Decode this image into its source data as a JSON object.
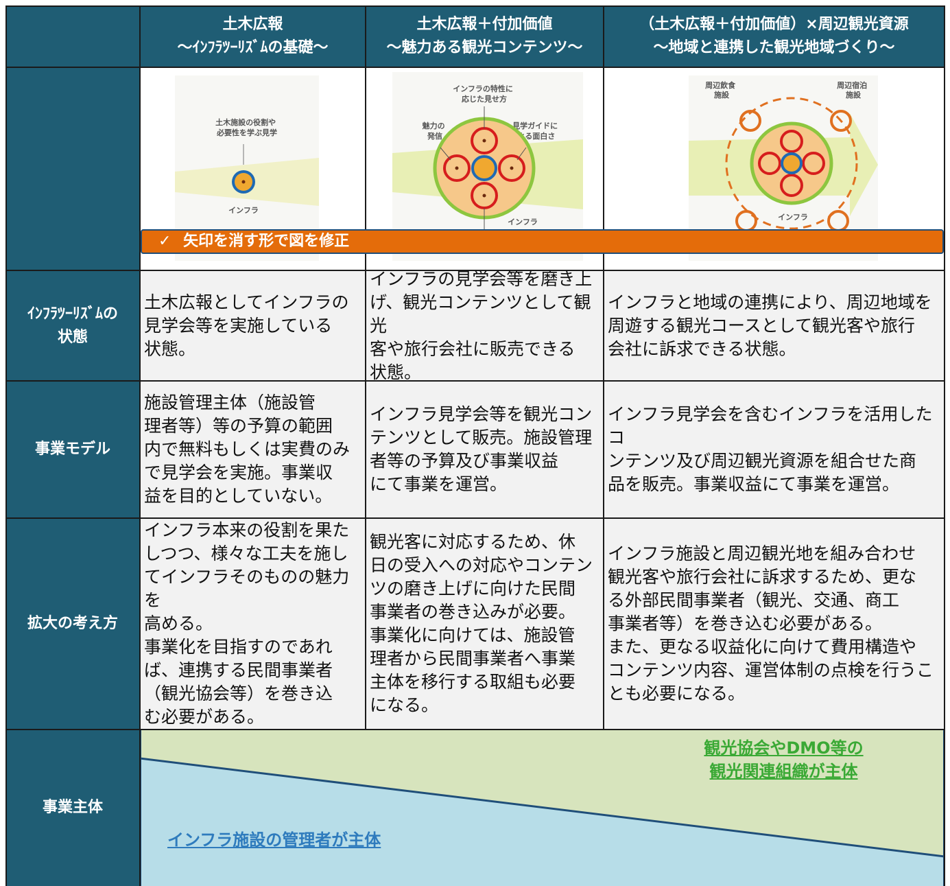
{
  "header": {
    "col1": {
      "line1": "土木広報",
      "line2": "～ｲﾝﾌﾗﾂｰﾘｽﾞﾑの基礎～"
    },
    "col2": {
      "line1": "土木広報＋付加価値",
      "line2": "～魅力ある観光コンテンツ～"
    },
    "col3": {
      "line1": "（土木広報＋付加価値）×周辺観光資源",
      "line2": "～地域と連携した観光地域づくり～"
    }
  },
  "figures": {
    "fig1": {
      "caption": "土木施設の役割や\n必要性を学ぶ見学",
      "center": "インフラ"
    },
    "fig2": {
      "top": "インフラの特性に\n応じた見せ方",
      "left": "魅力の\n発信",
      "right": "見学ガイドに\nよる面白さ",
      "center": "インフラ"
    },
    "fig3": {
      "top_left": "周辺飲食\n施設",
      "top_right": "周辺宿泊\n施設",
      "center": "インフラ"
    }
  },
  "banner": {
    "check": "✓",
    "text": "矢印を消す形で図を修正"
  },
  "rows": [
    {
      "label": "ｲﾝﾌﾗﾂｰﾘｽﾞﾑの\n状態",
      "cells": [
        "土木広報としてインフラの\n見学会等を実施している\n状態。",
        "インフラの見学会等を磨き上\nげ、観光コンテンツとして観光\n客や旅行会社に販売できる\n状態。",
        "インフラと地域の連携により、周辺地域を\n周遊する観光コースとして観光客や旅行\n会社に訴求できる状態。"
      ]
    },
    {
      "label": "事業モデル",
      "cells": [
        "施設管理主体（施設管\n理者等）等の予算の範囲\n内で無料もしくは実費のみ\nで見学会を実施。事業収\n益を目的としていない。",
        "インフラ見学会等を観光コン\nテンツとして販売。施設管理\n者等の予算及び事業収益\nにて事業を運営。",
        "インフラ見学会を含むインフラを活用したコ\nンテンツ及び周辺観光資源を組合せた商\n品を販売。事業収益にて事業を運営。"
      ]
    },
    {
      "label": "拡大の考え方",
      "cells": [
        "インフラ本来の役割を果た\nしつつ、様々な工夫を施し\nてインフラそのものの魅力を\n高める。\n事業化を目指すのであれ\nば、連携する民間事業者\n（観光協会等）を巻き込\nむ必要がある。",
        "観光客に対応するため、休\n日の受入への対応やコンテン\nツの磨き上げに向けた民間\n事業者の巻き込みが必要。\n事業化に向けては、施設管\n理者から民間事業者へ事業\n主体を移行する取組も必要\nになる。",
        "インフラ施設と周辺観光地を組み合わせ\n観光客や旅行会社に訴求するため、更な\nる外部民間事業者（観光、交通、商工\n事業者等）を巻き込む必要がある。\nまた、更なる収益化に向けて費用構造や\nコンテンツ内容、運営体制の点検を行うこ\nとも必要になる。"
      ]
    }
  ],
  "entity": {
    "label": "事業主体",
    "infra_text": "インフラ施設の管理者が主体",
    "tourism_text": "観光協会やDMO等の\n観光関連組織が主体"
  }
}
